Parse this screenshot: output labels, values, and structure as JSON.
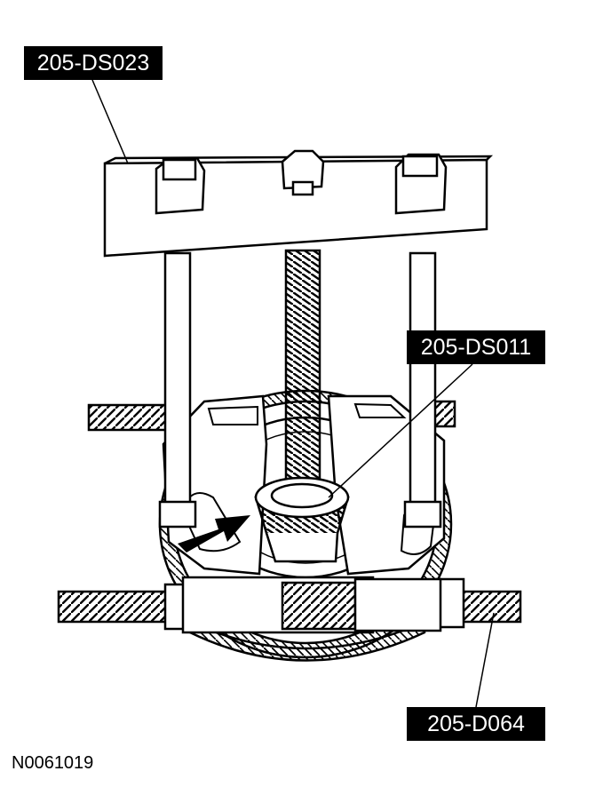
{
  "callouts": {
    "puller_crossbar": "205-DS023",
    "bearing_tool": "205-DS011",
    "bearing_separator": "205-D064"
  },
  "figure_id": "N0061019",
  "colors": {
    "line": "#000000",
    "paper": "#ffffff",
    "label_bg": "#000000",
    "label_text": "#ffffff"
  }
}
